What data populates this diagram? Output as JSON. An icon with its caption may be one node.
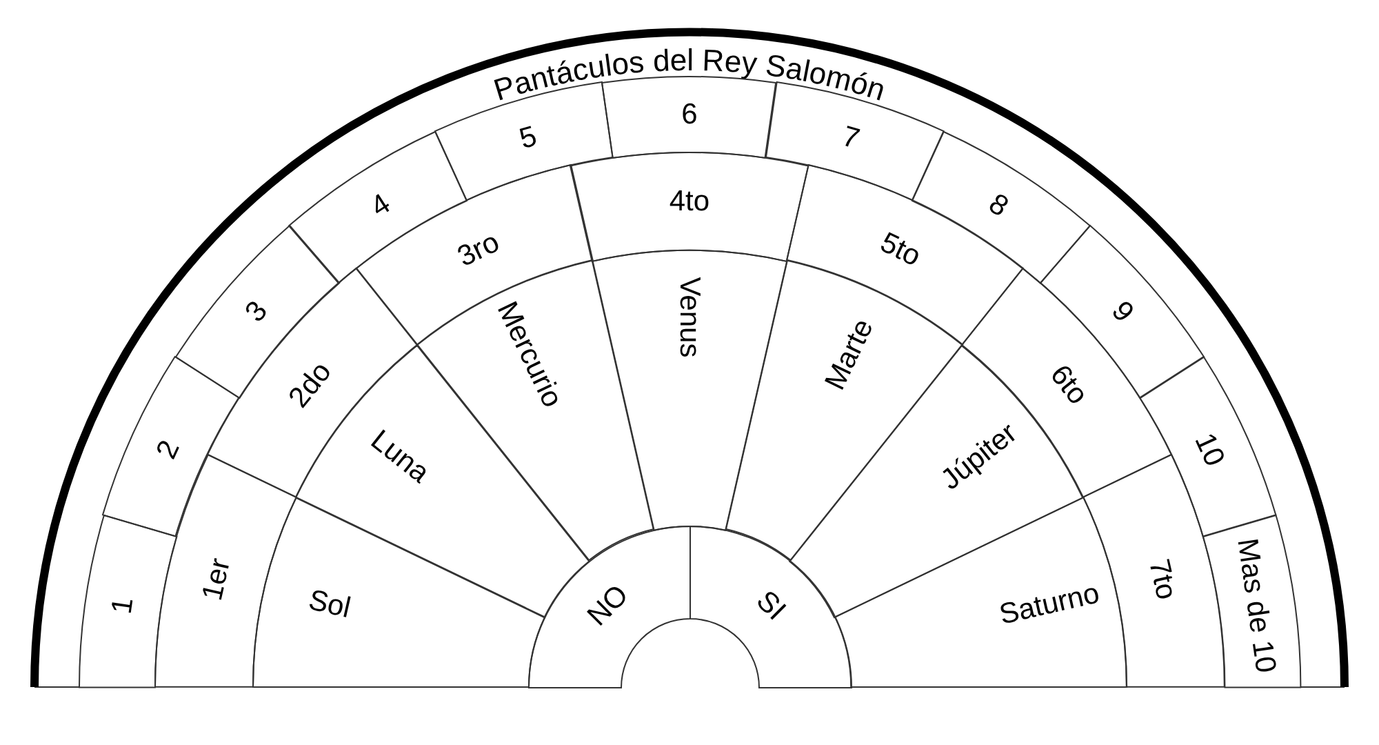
{
  "diagram": {
    "title": "Pantáculos del Rey Salomón",
    "nodes": [
      {
        "text": [
          "1"
        ]
      },
      {
        "text": [
          "2"
        ]
      },
      {
        "text": [
          "3"
        ]
      },
      {
        "text": [
          "4"
        ]
      },
      {
        "text": [
          "5"
        ]
      },
      {
        "text": [
          "6"
        ]
      },
      {
        "text": [
          "7"
        ]
      },
      {
        "text": [
          "8"
        ]
      },
      {
        "text": [
          "9"
        ]
      },
      {
        "text": [
          "10"
        ]
      },
      {
        "text": [
          "Mas de 10"
        ]
      },
      {
        "text": [
          "1er"
        ]
      },
      {
        "text": [
          "2do"
        ]
      },
      {
        "text": [
          "3ro"
        ]
      },
      {
        "text": [
          "4to"
        ]
      },
      {
        "text": [
          "5to"
        ]
      },
      {
        "text": [
          "6to"
        ]
      },
      {
        "text": [
          "7to"
        ]
      },
      {
        "text": [
          "Sol"
        ]
      },
      {
        "text": [
          "Luna"
        ]
      },
      {
        "text": [
          "Mercurio"
        ]
      },
      {
        "text": [
          "Venus"
        ]
      },
      {
        "text": [
          "Marte"
        ]
      },
      {
        "text": [
          "Júpiter"
        ]
      },
      {
        "text": [
          "Saturno"
        ]
      },
      {
        "text": [
          "NO"
        ]
      },
      {
        "text": [
          "SI"
        ]
      }
    ]
  }
}
